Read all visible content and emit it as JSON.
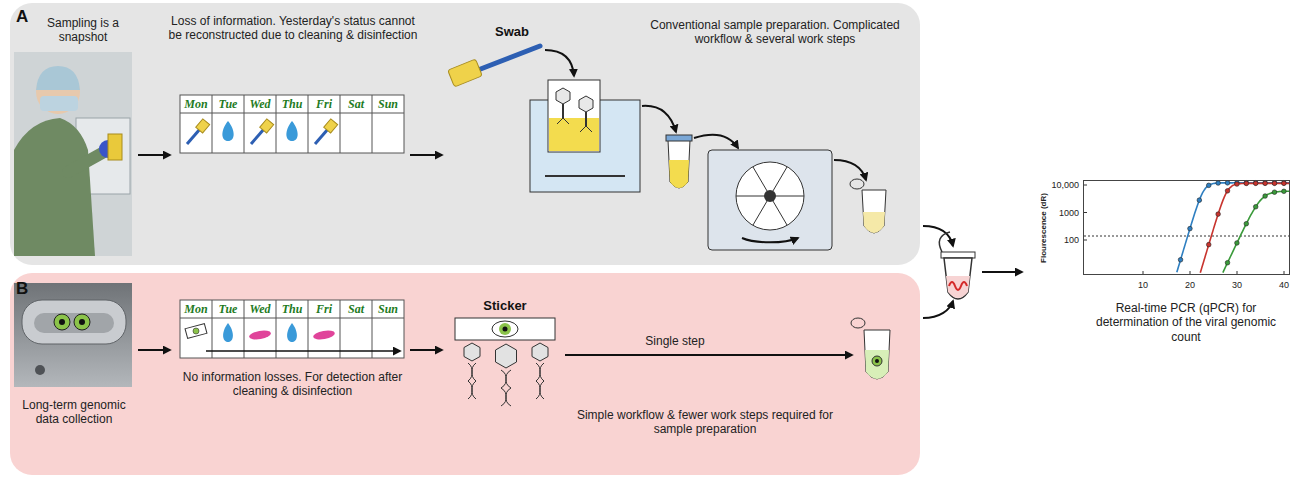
{
  "diagram": {
    "nodes": [
      {
        "text": [
          "A",
          "Sampling is a snapshot",
          "Loss of information. Yesterday's status cannot be reconstructed due to cleaning & disinfection",
          "Conventional sample preparation. Complicated workflow & several work steps"
        ]
      },
      {
        "text": [
          "B",
          "Long-term genomic data collection",
          "No information losses. For detection after cleaning & disinfection",
          "Simple workflow & fewer work steps required for sample preparation"
        ]
      },
      {
        "text": [
          "Real-time PCR (qPCR) for determination of the viral genomic count"
        ]
      }
    ],
    "labels": [
      "Mon",
      "Tue",
      "Wed",
      "Thu",
      "Fri",
      "Sat",
      "Sun",
      "Mon",
      "Tue",
      "Wed",
      "Thu",
      "Fri",
      "Sat",
      "Sun",
      "Swab",
      "Sticker",
      "Single step",
      "10,000",
      "1000",
      "100",
      "Flourescence (dR)",
      "10",
      "20",
      "30",
      "40"
    ]
  }
}
